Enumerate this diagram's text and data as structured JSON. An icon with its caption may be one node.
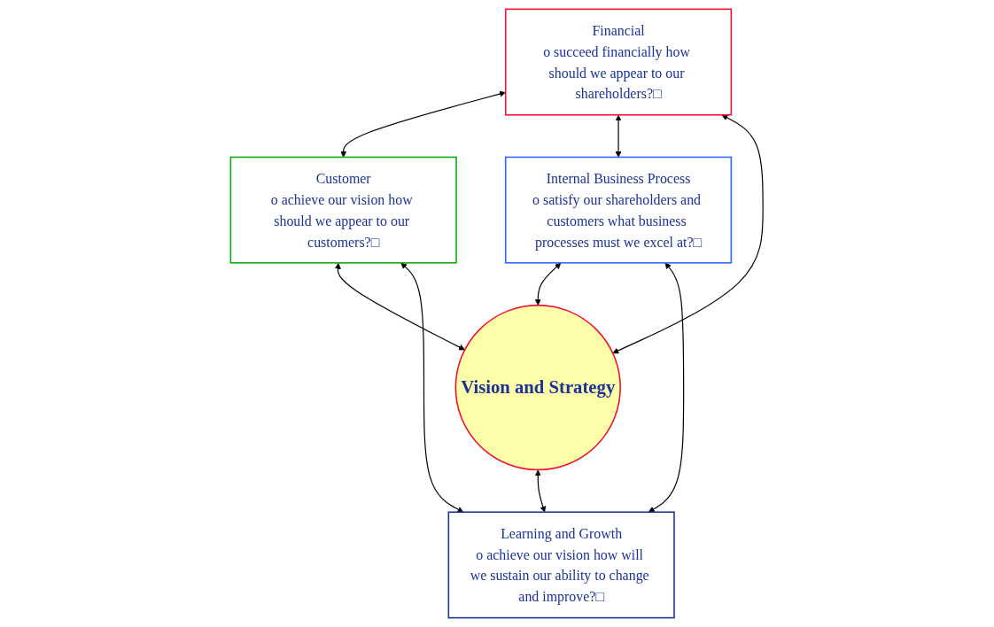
{
  "diagram": {
    "nodes": [
      {
        "text": [
          "Financial",
          "o succeed financially how should we appear to our shareholders?□"
        ]
      },
      {
        "text": [
          "Customer",
          "o achieve our vision how should we appear to our customers?□"
        ]
      },
      {
        "text": [
          "Vision and Strategy"
        ]
      },
      {
        "text": [
          "Internal Business Process",
          "o satisfy our shareholders and customers what business processes must we excel at?□"
        ]
      },
      {
        "text": [
          "Learning and Growth",
          "o achieve our vision how will we sustain our ability to change and improve?□"
        ]
      }
    ],
    "edges": [
      {
        "from": 0,
        "to": 1,
        "arrow": "both"
      },
      {
        "from": 0,
        "to": 3,
        "arrow": "both"
      },
      {
        "from": 1,
        "to": 2,
        "arrow": "both"
      },
      {
        "from": 3,
        "to": 2,
        "arrow": "both"
      },
      {
        "from": 0,
        "to": 2,
        "arrow": "both"
      },
      {
        "from": 2,
        "to": 4,
        "arrow": "both"
      },
      {
        "from": 1,
        "to": 4,
        "arrow": "both"
      },
      {
        "from": 3,
        "to": 4,
        "arrow": "both"
      }
    ]
  }
}
